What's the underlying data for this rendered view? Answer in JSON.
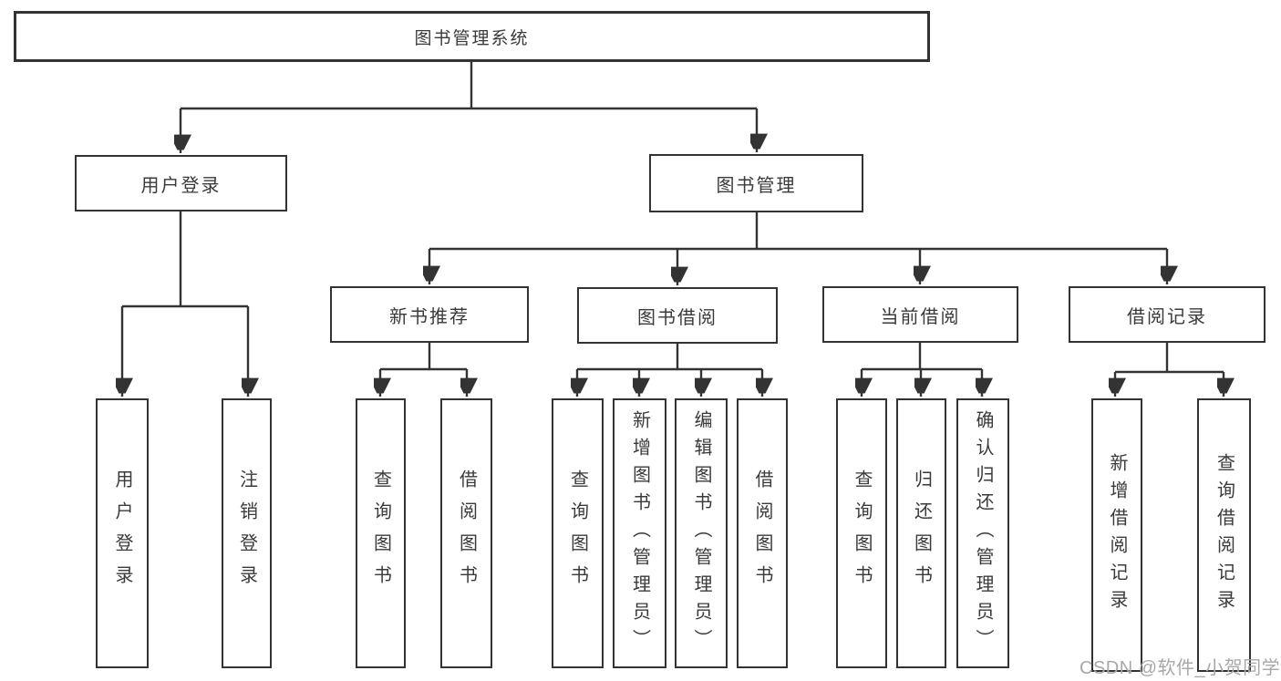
{
  "root": {
    "label": "图书管理系统"
  },
  "branches": [
    {
      "label": "用户登录",
      "children": [
        {
          "label": "用户登录"
        },
        {
          "label": "注销登录"
        }
      ]
    },
    {
      "label": "图书管理",
      "sections": [
        {
          "label": "新书推荐",
          "children": [
            {
              "label": "查询图书"
            },
            {
              "label": "借阅图书"
            }
          ]
        },
        {
          "label": "图书借阅",
          "children": [
            {
              "label": "查询图书"
            },
            {
              "label": "新增图书（管理员）"
            },
            {
              "label": "编辑图书（管理员）"
            },
            {
              "label": "借阅图书"
            }
          ]
        },
        {
          "label": "当前借阅",
          "children": [
            {
              "label": "查询图书"
            },
            {
              "label": "归还图书"
            },
            {
              "label": "确认归还（管理员）"
            }
          ]
        },
        {
          "label": "借阅记录",
          "children": [
            {
              "label": "新增借阅记录"
            },
            {
              "label": "查询借阅记录"
            }
          ]
        }
      ]
    }
  ],
  "watermark": {
    "text": "CSDN @软件_小贺同学"
  },
  "colors": {
    "line": "#333333",
    "text": "#3a3a3a",
    "box_bg": "#ffffff",
    "watermark": "#a8a8a8"
  }
}
